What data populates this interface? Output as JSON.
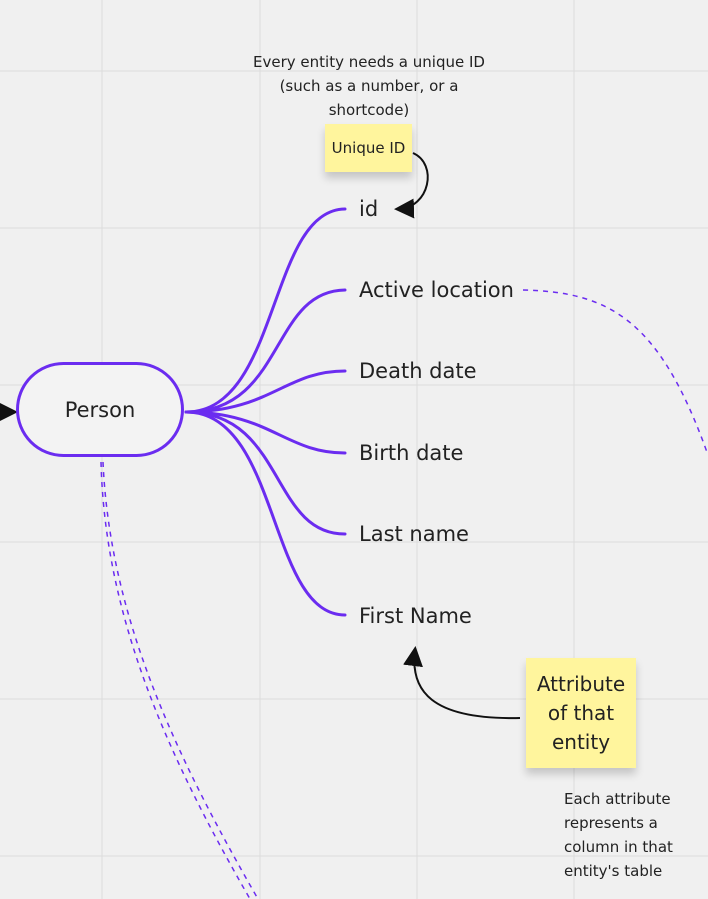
{
  "entity": {
    "label": "Person"
  },
  "attributes": [
    {
      "label": "id"
    },
    {
      "label": "Active location"
    },
    {
      "label": "Death date"
    },
    {
      "label": "Birth date"
    },
    {
      "label": "Last name"
    },
    {
      "label": "First Name"
    }
  ],
  "notes": {
    "unique_id_description": "Every entity needs a unique ID (such as a number, or a shortcode)",
    "attribute_description": "Each attribute represents a column in that entity's table"
  },
  "stickies": {
    "unique_id": "Unique ID",
    "attribute": "Attribute of that entity"
  },
  "colors": {
    "background": "#f0f0f0",
    "connector": "#6b2cf0",
    "sticky": "#fff59d",
    "arrow": "#111111"
  }
}
